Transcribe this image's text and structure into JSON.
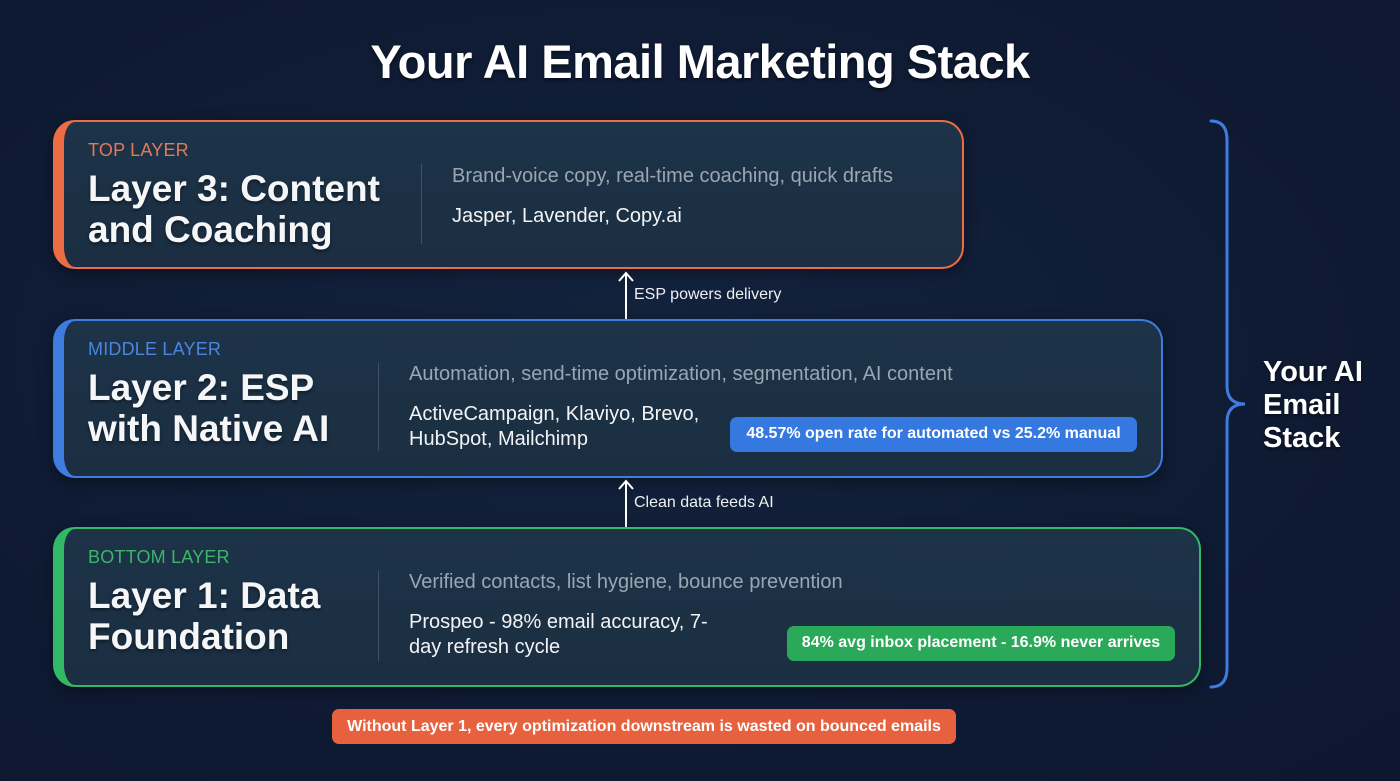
{
  "title": "Your AI Email Marketing Stack",
  "colors": {
    "background": "#0f1b33",
    "card": "#1c2f43",
    "top_layer": "#ec6c44",
    "middle_layer": "#3f7ce0",
    "bottom_layer": "#33b865",
    "warning": "#e8613e"
  },
  "layers": [
    {
      "id": "layer3",
      "tag": "TOP LAYER",
      "name": "Layer 3: Content and Coaching",
      "description": "Brand-voice copy, real-time coaching, quick drafts",
      "tools": "Jasper, Lavender, Copy.ai",
      "badge": null
    },
    {
      "id": "layer2",
      "tag": "MIDDLE LAYER",
      "name": "Layer 2: ESP with Native AI",
      "description": "Automation, send-time optimization, segmentation, AI content",
      "tools": "ActiveCampaign, Klaviyo, Brevo, HubSpot, Mailchimp",
      "badge": "48.57% open rate for automated vs 25.2% manual"
    },
    {
      "id": "layer1",
      "tag": "BOTTOM LAYER",
      "name": "Layer 1: Data Foundation",
      "description": "Verified contacts, list hygiene, bounce prevention",
      "tools": "Prospeo - 98% email accuracy, 7-day refresh cycle",
      "badge": "84% avg inbox placement - 16.9% never arrives"
    }
  ],
  "connectors": [
    {
      "label": "ESP powers delivery",
      "from": "Layer 2",
      "to": "Layer 3"
    },
    {
      "label": "Clean data feeds AI",
      "from": "Layer 1",
      "to": "Layer 2"
    }
  ],
  "bracket_label": "Your AI Email Stack",
  "warning": "Without Layer 1, every optimization downstream is wasted on bounced emails"
}
